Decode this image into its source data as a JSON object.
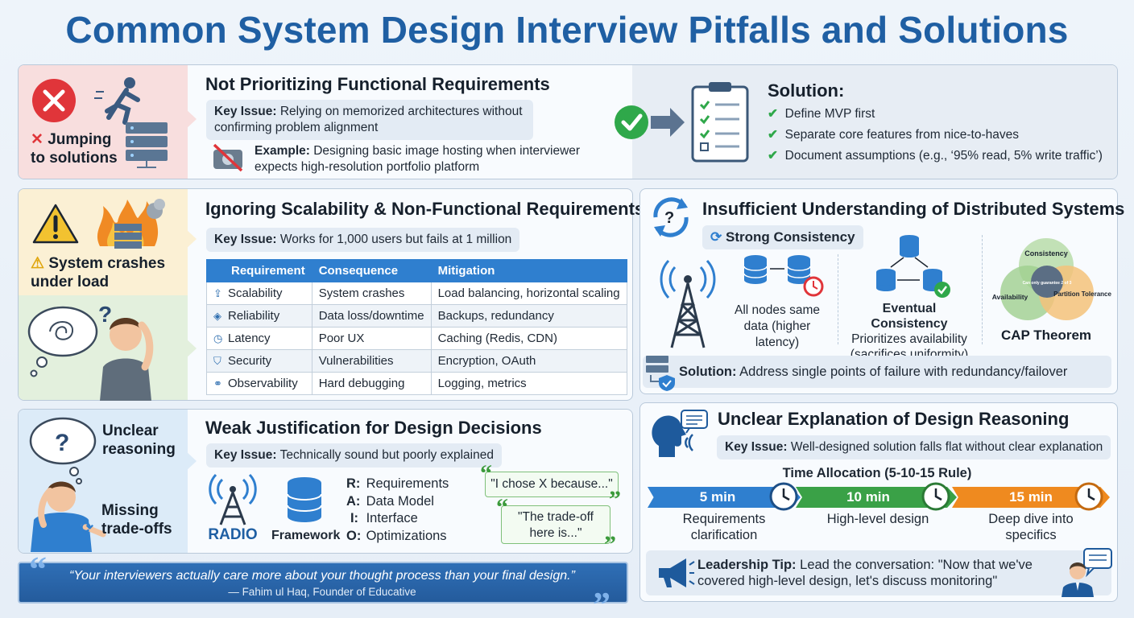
{
  "title": "Common System Design Interview Pitfalls and Solutions",
  "p1": {
    "left_label": "Jumping to solutions",
    "title": "Not Prioritizing Functional Requirements",
    "key_issue_label": "Key Issue:",
    "key_issue": "Relying on memorized architectures without confirming problem alignment",
    "example_label": "Example:",
    "example": "Designing basic image hosting when interviewer expects high-resolution portfolio platform",
    "solution_title": "Solution:",
    "solutions": [
      "Define MVP first",
      "Separate core features from nice-to-haves",
      "Document assumptions (e.g., ‘95% read, 5% write traffic’)"
    ]
  },
  "p2": {
    "left_label": "System crashes under load",
    "title": "Ignoring Scalability & Non-Functional Requirements",
    "key_issue_label": "Key Issue:",
    "key_issue": "Works for 1,000 users but fails at 1 million",
    "table": {
      "headers": [
        "Requirement",
        "Consequence",
        "Mitigation"
      ],
      "rows": [
        [
          "Scalability",
          "System crashes",
          "Load balancing, horizontal scaling"
        ],
        [
          "Reliability",
          "Data loss/downtime",
          "Backups, redundancy"
        ],
        [
          "Latency",
          "Poor UX",
          "Caching (Redis, CDN)"
        ],
        [
          "Security",
          "Vulnerabilities",
          "Encryption, OAuth"
        ],
        [
          "Observability",
          "Hard debugging",
          "Logging, metrics"
        ]
      ]
    }
  },
  "p3": {
    "title": "Insufficient Understanding of Distributed Systems",
    "strong": "Strong Consistency",
    "strong_desc": "All nodes same data (higher latency)",
    "eventual": "Eventual Consistency",
    "eventual_desc": "Prioritizes availability (sacrifices uniformity)",
    "cap": "CAP Theorem",
    "venn": [
      "Consistency",
      "Availability",
      "Partition Tolerance"
    ],
    "venn_center": "Can only guarantee 2 of 3",
    "solution_label": "Solution:",
    "solution": "Address single points of failure with redundancy/failover"
  },
  "p4": {
    "left_top": "Unclear reasoning",
    "left_bottom": "Missing trade-offs",
    "title": "Weak Justification for Design Decisions",
    "key_issue_label": "Key Issue:",
    "key_issue": "Technically sound but poorly explained",
    "radio_label": "RADIO",
    "framework_label": "Framework",
    "radio": [
      {
        "k": "R:",
        "v": "Requirements"
      },
      {
        "k": "A:",
        "v": "Data Model"
      },
      {
        "k": "I:",
        "v": "Interface"
      },
      {
        "k": "O:",
        "v": "Optimizations"
      }
    ],
    "quote1": "\"I chose X because...\"",
    "quote2": "\"The trade-off here is...\""
  },
  "p5": {
    "title": "Unclear Explanation of Design Reasoning",
    "key_issue_label": "Key Issue:",
    "key_issue": "Well-designed solution falls flat without clear explanation",
    "time_title": "Time Allocation (5-10-15 Rule)",
    "segments": [
      {
        "t": "5 min",
        "label": "Requirements clarification"
      },
      {
        "t": "10 min",
        "label": "High-level design"
      },
      {
        "t": "15 min",
        "label": "Deep dive into specifics"
      }
    ],
    "tip_label": "Leadership Tip:",
    "tip": "Lead the conversation: \"Now that we've covered high-level design, let's discuss monitoring\""
  },
  "quote": {
    "text": "“Your interviewers actually care more about your thought process than your final design.”",
    "author": "— Fahim ul Haq, Founder of Educative"
  }
}
